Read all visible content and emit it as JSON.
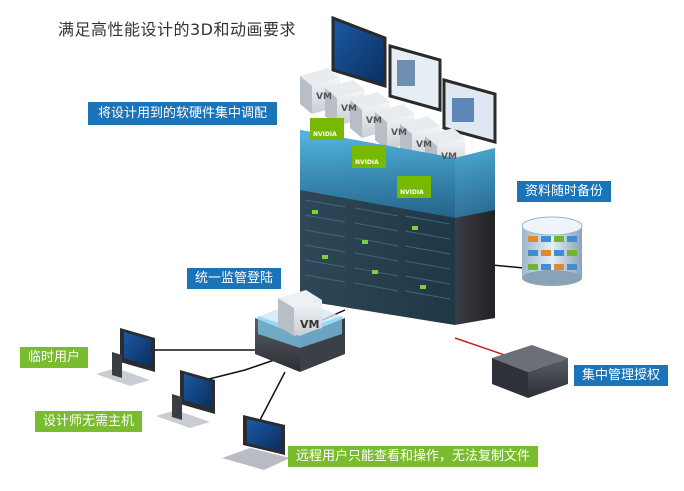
{
  "title": "满足高性能设计的3D和动画要求",
  "labels": {
    "allocate": "将设计用到的软硬件集中调配",
    "backup": "资料随时备份",
    "unified": "统一监管登陆",
    "temp_user": "临时用户",
    "designer": "设计师无需主机",
    "remote": "远程用户只能查看和操作，无法复制文件",
    "auth": "集中管理授权"
  },
  "vm_label": "VM",
  "nvidia_label": "NVIDIA",
  "colors": {
    "blue_tag": "#1b73b8",
    "green_tag": "#79bc2f",
    "glow": "#3fb8f0"
  }
}
